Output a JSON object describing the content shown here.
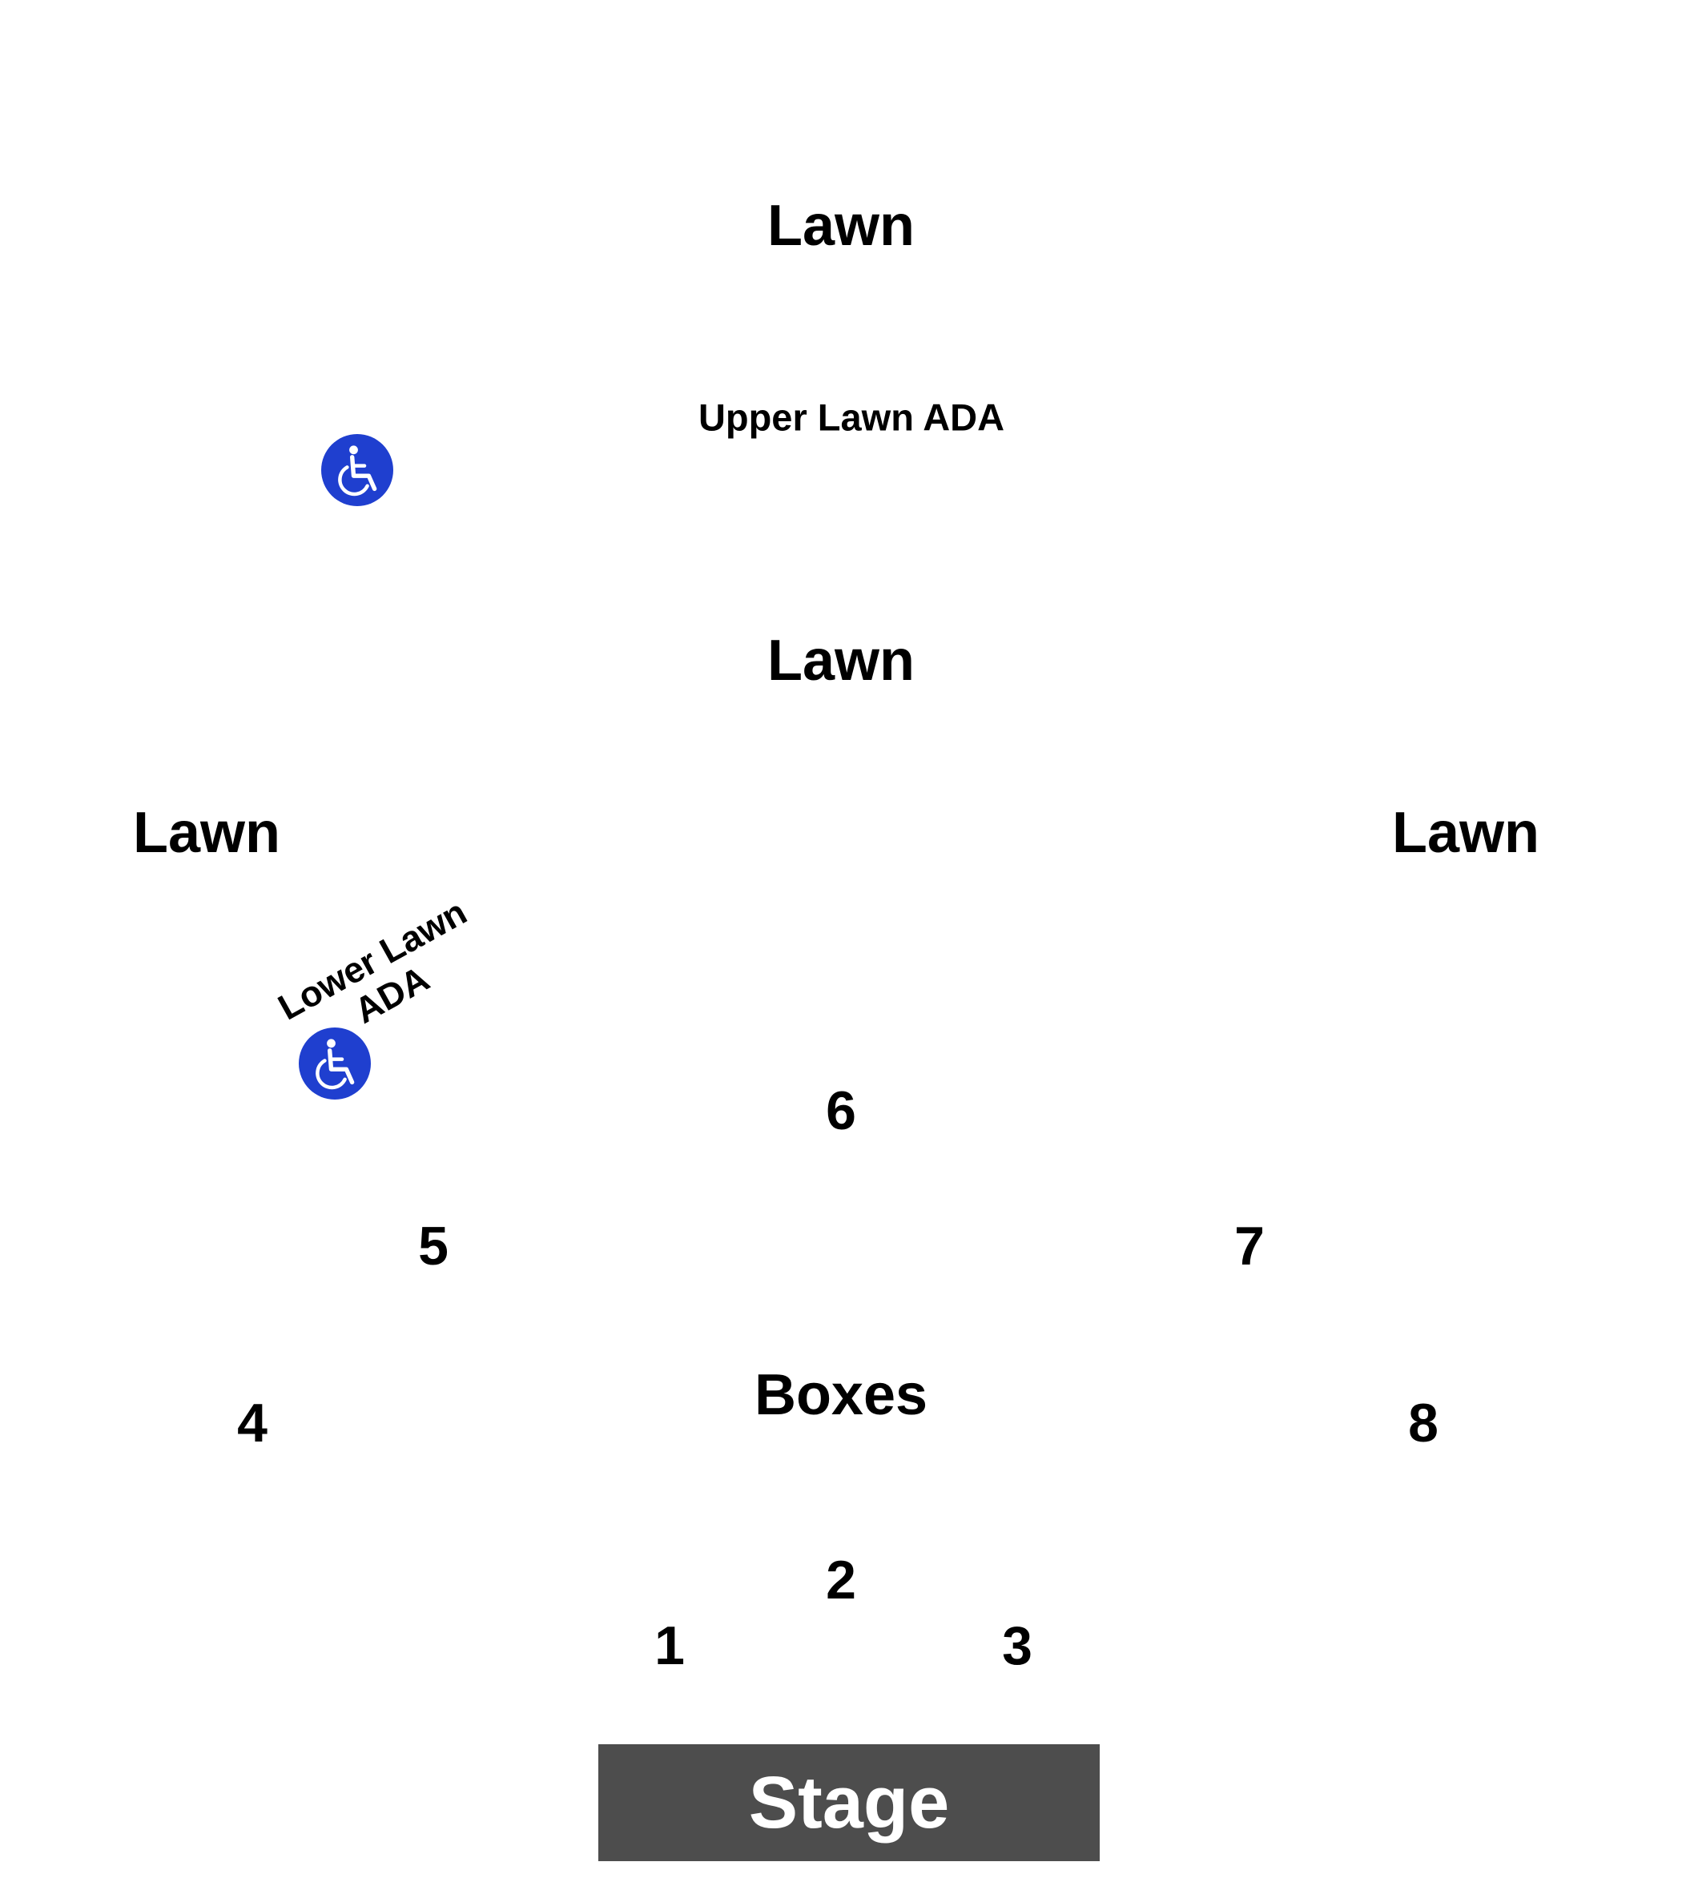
{
  "colors": {
    "ada_blue": "#1f3fcf",
    "stage_fill": "#4d4d4d",
    "stage_text": "#ffffff",
    "label_text": "#000000",
    "background": "#ffffff"
  },
  "lawn": {
    "top": "Lawn",
    "middle": "Lawn",
    "left": "Lawn",
    "right": "Lawn"
  },
  "ada": {
    "upper_label": "Upper Lawn ADA",
    "lower_label_line1": "Lower Lawn",
    "lower_label_line2": "ADA",
    "icon": "wheelchair-icon"
  },
  "sections": {
    "s1": "1",
    "s2": "2",
    "s3": "3",
    "s4": "4",
    "s5": "5",
    "s6": "6",
    "s7": "7",
    "s8": "8",
    "boxes": "Boxes"
  },
  "stage": {
    "label": "Stage"
  }
}
